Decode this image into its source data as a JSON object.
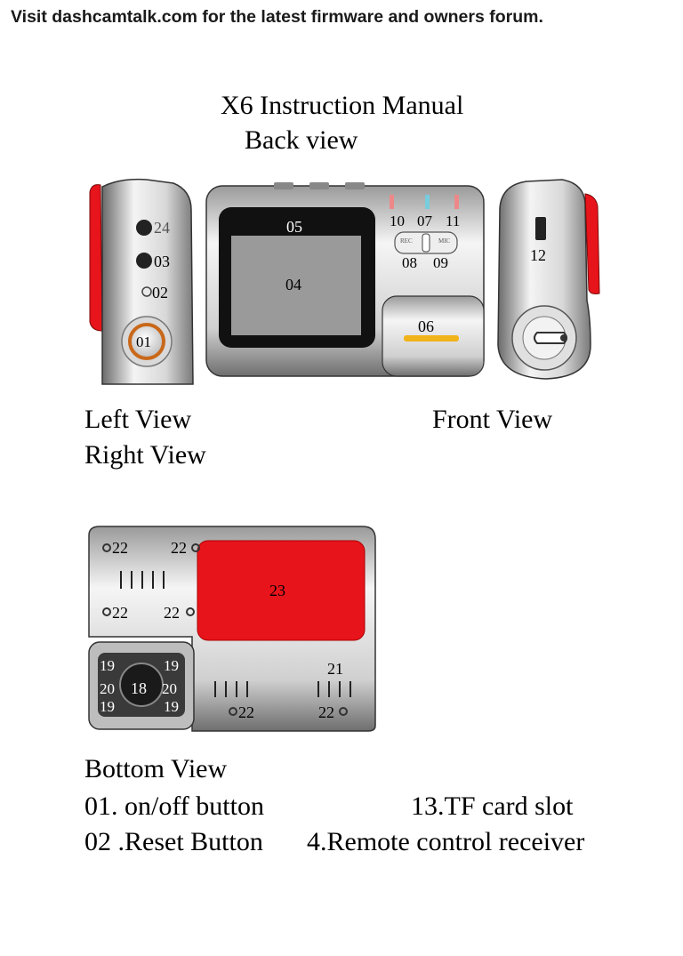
{
  "banner": "Visit dashcamtalk.com for the latest firmware and owners forum.",
  "title": "X6 Instruction Manual",
  "subtitle": "Back view",
  "views": {
    "left": "Left View",
    "front": "Front View",
    "right": "Right View",
    "bottom": "Bottom View"
  },
  "figure_labels": {
    "l24": "24",
    "l03": "03",
    "l02": "02",
    "l01": "01",
    "l05": "05",
    "l04": "04",
    "l06": "06",
    "l10": "10",
    "l07": "07",
    "l11": "11",
    "l08": "08",
    "l09": "09",
    "l12": "12",
    "l23": "23",
    "l22": "22",
    "l21": "21",
    "l19": "19",
    "l18": "18",
    "l20": "20",
    "rec": "REC",
    "mic": "MIC"
  },
  "legend": [
    {
      "left": "01. on/off button",
      "right": "13.TF card slot"
    },
    {
      "left": "02 .Reset Button",
      "right": "4.Remote control receiver"
    }
  ],
  "colors": {
    "red_accent": "#e8141b",
    "yellow_led": "#f2b21a",
    "orange_ring": "#c9681a"
  }
}
